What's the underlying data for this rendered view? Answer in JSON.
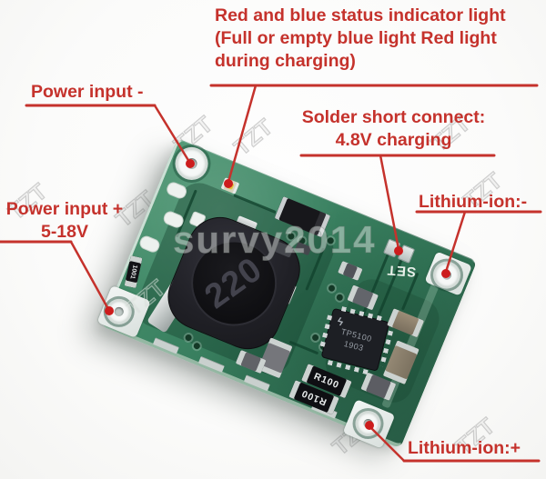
{
  "annotations": {
    "indicator_light": {
      "line1": "Red and blue status indicator light",
      "line2": "(Full or empty blue light Red light",
      "line3": "during charging)"
    },
    "power_input_minus": {
      "label": "Power input -"
    },
    "power_input_plus": {
      "line1": "Power input +",
      "line2": "5-18V"
    },
    "solder_short": {
      "line1": "Solder short connect:",
      "line2": "4.8V charging"
    },
    "lithium_minus": {
      "label": "Lithium-ion:-"
    },
    "lithium_plus": {
      "label": "Lithium-ion:+"
    }
  },
  "board": {
    "inductor_marking": "220",
    "chip": {
      "line1": "TP5100",
      "line2": "1903",
      "logo_glyph": "ϟ"
    },
    "set_silkscreen": "SET",
    "resistor_r100": "R100",
    "resistor_1001": "1001"
  },
  "watermarks": {
    "seller": "survy2014",
    "brand": "TZT"
  },
  "colors": {
    "annotation_red": "#c5322c",
    "board_green": "#3c8463",
    "inductor_black": "#202025",
    "pad_silver": "#edf1ee"
  }
}
